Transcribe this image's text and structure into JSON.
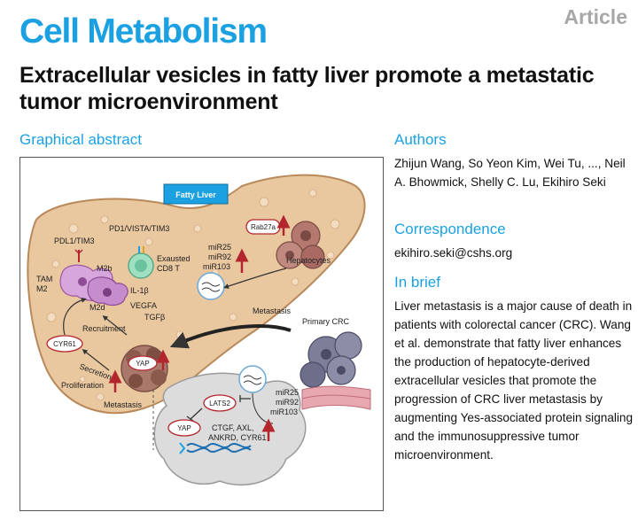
{
  "header": {
    "journal": "Cell Metabolism",
    "article_type": "Article"
  },
  "title": "Extracellular vesicles in fatty liver promote a metastatic tumor microenvironment",
  "graphical_abstract": {
    "heading": "Graphical abstract",
    "labels": {
      "fatty_liver": "Fatty Liver",
      "pd1": "PD1/VISTA/TIM3",
      "pdl1": "PDL1/TIM3",
      "exhausted1": "Exausted",
      "exhausted2": "CD8 T",
      "tam": "TAM",
      "m2": "M2",
      "m2b": "M2b",
      "m2d": "M2d",
      "il1b": "IL-1β",
      "vegfa": "VEGFA",
      "tgfb": "TGFβ",
      "recruitment": "Recruitment",
      "cyr61": "CYR61",
      "secretion": "Secretion",
      "proliferation": "Proliferation",
      "metastasis_bottom": "Metastasis",
      "yap": "YAP",
      "rab27a": "Rab27a",
      "hepatocytes": "Hepatocytes",
      "mir25": "miR25",
      "mir92": "miR92",
      "mir103": "miR103",
      "metastasis_arrow": "Metastasis",
      "primary_crc": "Primary CRC",
      "lats2": "LATS2",
      "yap_nucleus": "YAP",
      "targets1": "CTGF, AXL,",
      "targets2": "ANKRD, CYR61",
      "mir25_b": "miR25",
      "mir92_b": "miR92",
      "mir103_b": "miR103"
    },
    "colors": {
      "liver": "#e9c79f",
      "liver_edge": "#b8895a",
      "accent_red": "#b3262e",
      "fatty_liver_box": "#1ba1e2",
      "cell_gray": "#d9d9d9"
    }
  },
  "authors": {
    "heading": "Authors",
    "names": "Zhijun Wang, So Yeon Kim, Wei Tu, ..., Neil A. Bhowmick, Shelly C. Lu, Ekihiro Seki"
  },
  "correspondence": {
    "heading": "Correspondence",
    "email": "ekihiro.seki@cshs.org"
  },
  "in_brief": {
    "heading": "In brief",
    "text": "Liver metastasis is a major cause of death in patients with colorectal cancer (CRC). Wang et al. demonstrate that fatty liver enhances the production of hepatocyte-derived extracellular vesicles that promote the progression of CRC liver metastasis by augmenting Yes-associated protein signaling and the immunosuppressive tumor microenvironment."
  }
}
